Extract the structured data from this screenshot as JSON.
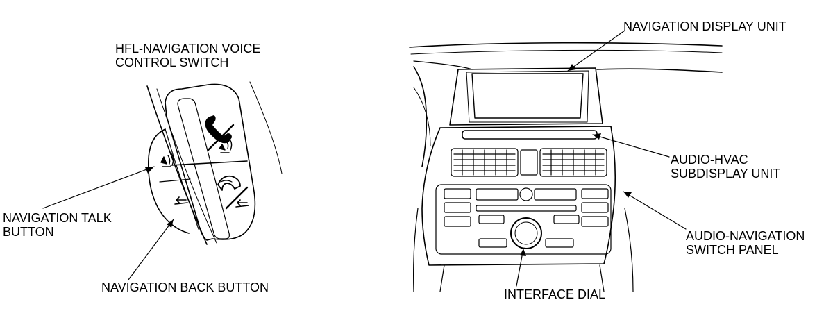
{
  "labels": {
    "voice_switch": [
      "HFL-NAVIGATION VOICE",
      "CONTROL SWITCH"
    ],
    "talk_button": [
      "NAVIGATION TALK",
      "BUTTON"
    ],
    "back_button": "NAVIGATION BACK BUTTON",
    "display_unit": "NAVIGATION DISPLAY UNIT",
    "subdisplay_unit": [
      "AUDIO-HVAC",
      "SUBDISPLAY UNIT"
    ],
    "switch_panel": [
      "AUDIO-NAVIGATION",
      "SWITCH PANEL"
    ],
    "interface_dial": "INTERFACE DIAL"
  },
  "colors": {
    "ink": "#000000",
    "paper": "#ffffff"
  },
  "icons": [
    "phone-icon",
    "voice-talk-icon",
    "hangup-icon",
    "back-arrow-icon"
  ]
}
